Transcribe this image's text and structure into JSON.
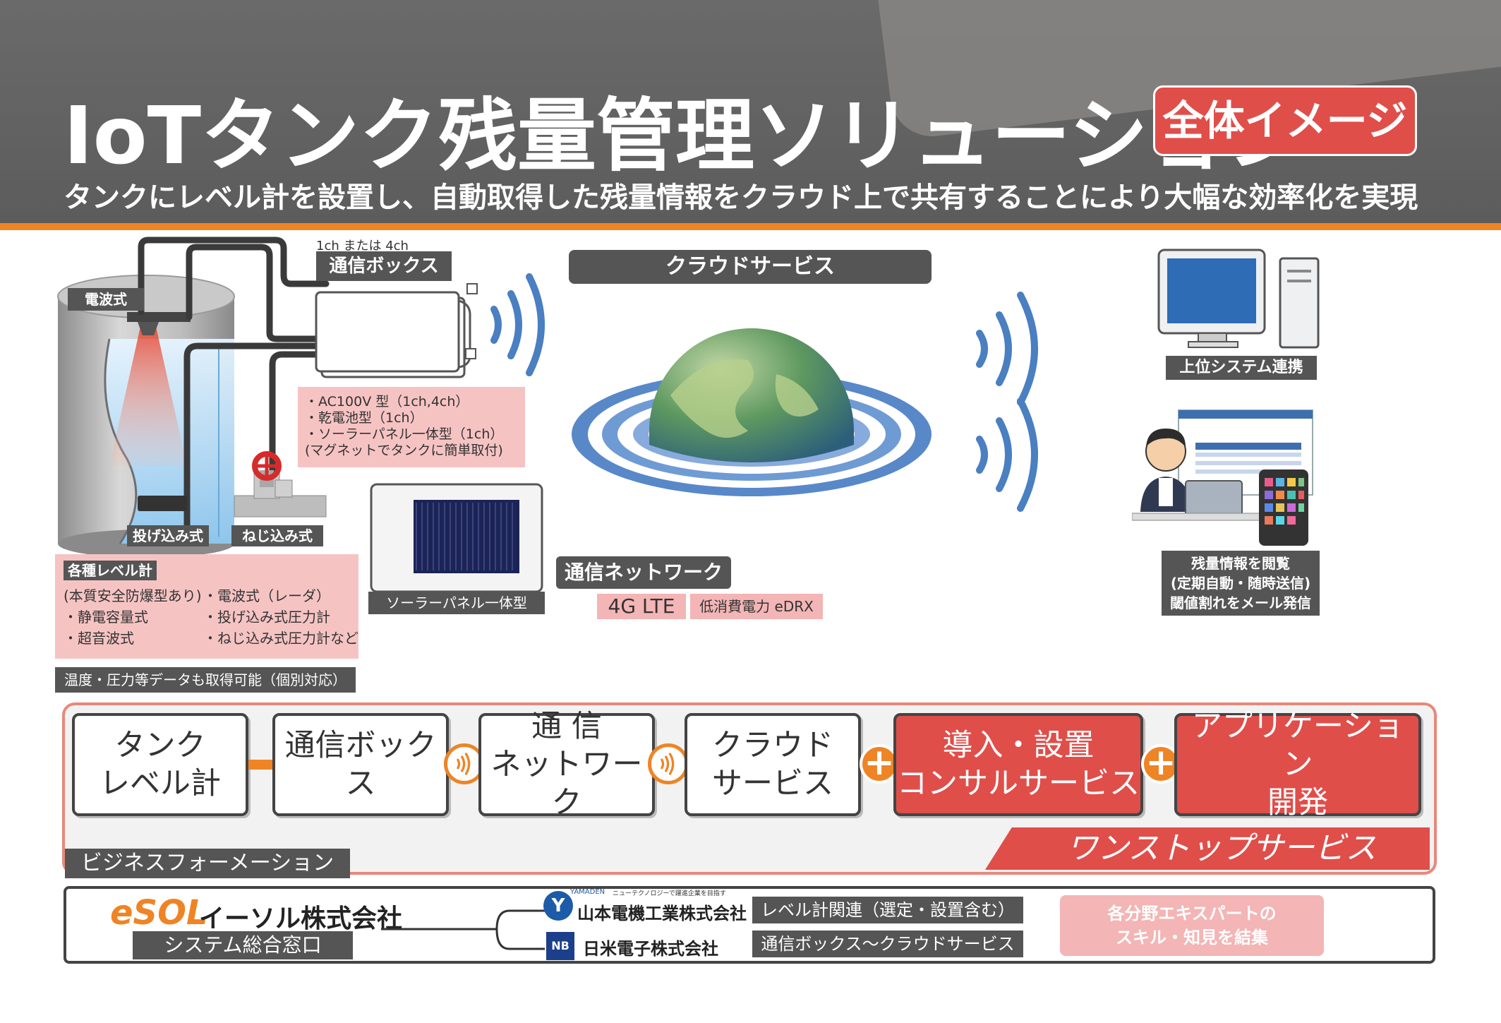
{
  "header": {
    "title": "IoTタンク残量管理ソリューション",
    "badge": "全体イメージ",
    "subtitle": "タンクにレベル計を設置し、自動取得した残量情報をクラウド上で共有することにより大幅な効率化を実現"
  },
  "tank": {
    "label_radio": "電波式",
    "label_drop": "投げ込み式",
    "label_screw": "ねじ込み式",
    "features_heading": "各種レベル計",
    "features_col1": [
      "(本質安全防爆型あり)",
      "・静電容量式",
      "・超音波式"
    ],
    "features_col2": [
      "・電波式（レーダ）",
      "・投げ込み式圧力計",
      "・ねじ込み式圧力計など"
    ],
    "extra_note": "温度・圧力等データも取得可能（個別対応）"
  },
  "comm_box": {
    "channels": "1ch または 4ch",
    "label": "通信ボックス",
    "specs": [
      "・AC100V 型（1ch,4ch）",
      "・乾電池型（1ch）",
      "・ソーラーパネル一体型（1ch）",
      "(マグネットでタンクに簡単取付)"
    ],
    "solar_label": "ソーラーパネル一体型"
  },
  "cloud": {
    "label": "クラウドサービス",
    "network_label": "通信ネットワーク",
    "lte": "4G LTE",
    "power": "低消費電力 eDRX"
  },
  "clients": {
    "upper_system": "上位システム連携",
    "view_lines": [
      "残量情報を閲覧",
      "(定期自動・随時送信)",
      "閾値割れをメール発信"
    ]
  },
  "flow": {
    "tank": [
      "タンク",
      "レベル計"
    ],
    "comm_box": [
      "通信ボックス"
    ],
    "network": [
      "通 信",
      "ネットワーク"
    ],
    "cloud": [
      "クラウド",
      "サービス"
    ],
    "install": [
      "導入・設置",
      "コンサルサービス"
    ],
    "app": [
      "アプリケーション",
      "開発"
    ],
    "plus": "+",
    "onestop": "ワンストップサービス"
  },
  "business": {
    "label": "ビジネスフォーメーション",
    "esol_logo": "eSOL",
    "esol_name": "イーソル株式会社",
    "esol_role": "システム総合窓口",
    "yamaden_logo_en": "YAMADEN",
    "yamaden_tagline": "ニューテクノロジーで躍進企業を目指す",
    "yamaden_name": "山本電機工業株式会社",
    "yamaden_role": "レベル計関連（選定・設置含む）",
    "nb_logo": "NB",
    "nb_name": "日米電子株式会社",
    "nb_role": "通信ボックス〜クラウドサービス",
    "expert_lines": [
      "各分野エキスパートの",
      "スキル・知見を結集"
    ]
  },
  "colors": {
    "header_gray": "#5c5c5c",
    "orange_rule": "#ef8425",
    "accent_red": "#e04e4a",
    "pink": "#f6c3c3",
    "wave_blue": "#4a7fc1"
  }
}
